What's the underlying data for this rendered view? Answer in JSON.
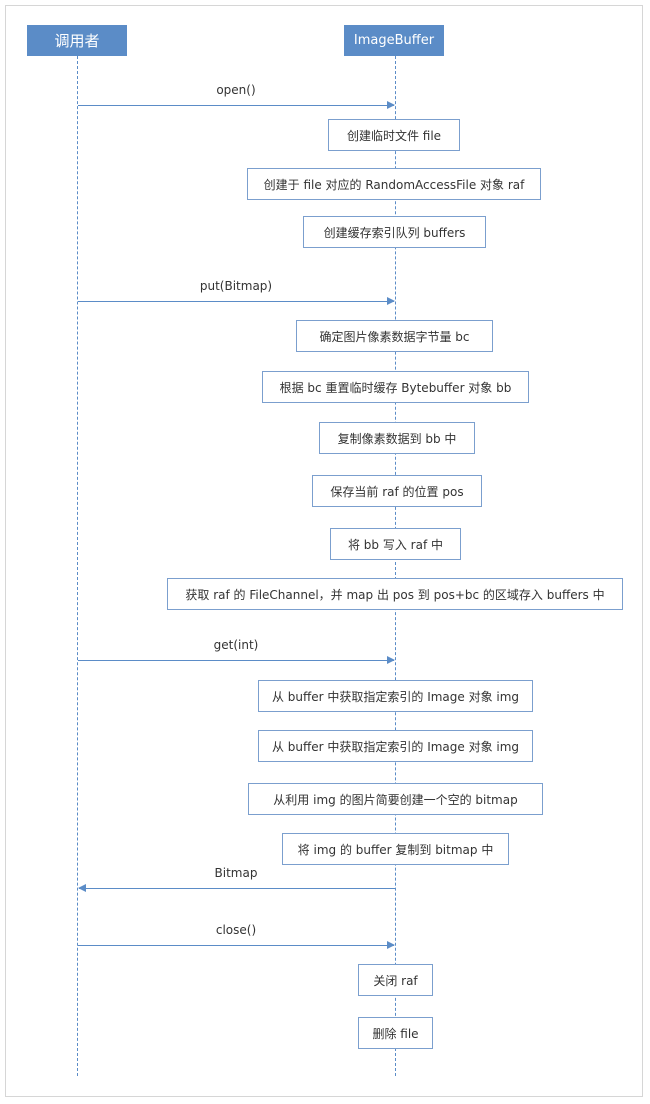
{
  "participants": {
    "caller": "调用者",
    "buffer": "ImageBuffer"
  },
  "messages": {
    "open": "open()",
    "put": "put(Bitmap)",
    "get": "get(int)",
    "ret": "Bitmap",
    "close": "close()"
  },
  "steps": [
    "创建临时文件 file",
    "创建于 file 对应的 RandomAccessFile 对象 raf",
    "创建缓存索引队列 buffers",
    "确定图片像素数据字节量 bc",
    "根据 bc 重置临时缓存 Bytebuffer 对象 bb",
    "复制像素数据到 bb 中",
    "保存当前 raf 的位置 pos",
    "将 bb 写入 raf 中",
    "获取 raf 的 FileChannel，并 map 出 pos 到 pos+bc 的区域存入 buffers 中",
    "从 buffer 中获取指定索引的 Image 对象 img",
    "从 buffer 中获取指定索引的 Image 对象 img",
    "从利用 img 的图片简要创建一个空的 bitmap",
    "将 img 的 buffer 复制到 bitmap 中",
    "关闭 raf",
    "删除 file"
  ],
  "colors": {
    "accent": "#5b8cc7",
    "box_border": "#7b9fce"
  }
}
